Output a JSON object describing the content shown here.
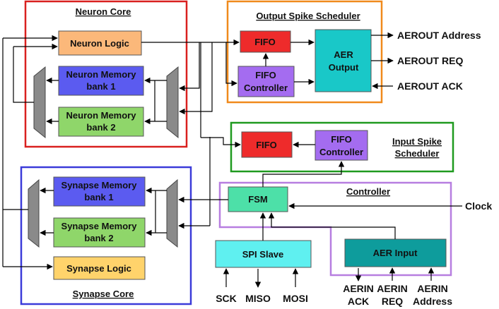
{
  "colors": {
    "neuron_core_border": "#d9201f",
    "synapse_core_border": "#3b3bd9",
    "output_scheduler_border": "#f08a1c",
    "input_scheduler_border": "#1f9a1f",
    "controller_border": "#b77ee0",
    "neuron_logic_fill": "#fbb87a",
    "neuron_mem1_fill": "#5b5bf0",
    "neuron_mem2_fill": "#8fd66a",
    "synapse_mem1_fill": "#5b5bf0",
    "synapse_mem2_fill": "#8fd66a",
    "synapse_logic_fill": "#ffd36b",
    "fifo_fill": "#ee2b2b",
    "fifo_controller_fill": "#a46cf0",
    "aer_output_fill": "#19c8c8",
    "fsm_fill": "#4de0a8",
    "spi_slave_fill": "#5ff0f0",
    "aer_input_fill": "#0e9c9c",
    "mux_fill": "#8a8a8a"
  },
  "titles": {
    "neuron_core": "Neuron Core",
    "synapse_core": "Synapse Core",
    "output_scheduler": "Output Spike Scheduler",
    "input_scheduler_line1": "Input Spike",
    "input_scheduler_line2": "Scheduler",
    "controller": "Controller"
  },
  "blocks": {
    "neuron_logic": "Neuron Logic",
    "neuron_mem1_line1": "Neuron Memory",
    "neuron_mem1_line2": "bank 1",
    "neuron_mem2_line1": "Neuron Memory",
    "neuron_mem2_line2": "bank 2",
    "synapse_mem1_line1": "Synapse Memory",
    "synapse_mem1_line2": "bank 1",
    "synapse_mem2_line1": "Synapse Memory",
    "synapse_mem2_line2": "bank 2",
    "synapse_logic": "Synapse Logic",
    "out_fifo": "FIFO",
    "out_fifo_ctrl_line1": "FIFO",
    "out_fifo_ctrl_line2": "Controller",
    "aer_output_line1": "AER",
    "aer_output_line2": "Output",
    "in_fifo": "FIFO",
    "in_fifo_ctrl_line1": "FIFO",
    "in_fifo_ctrl_line2": "Controller",
    "fsm": "FSM",
    "spi_slave": "SPI Slave",
    "aer_input": "AER Input"
  },
  "signals": {
    "aerout_address": "AEROUT Address",
    "aerout_req": "AEROUT REQ",
    "aerout_ack": "AEROUT ACK",
    "clock": "Clock",
    "sck": "SCK",
    "miso": "MISO",
    "mosi": "MOSI",
    "aerin_ack_line1": "AERIN",
    "aerin_ack_line2": "ACK",
    "aerin_req_line1": "AERIN",
    "aerin_req_line2": "REQ",
    "aerin_address_line1": "AERIN",
    "aerin_address_line2": "Address"
  }
}
